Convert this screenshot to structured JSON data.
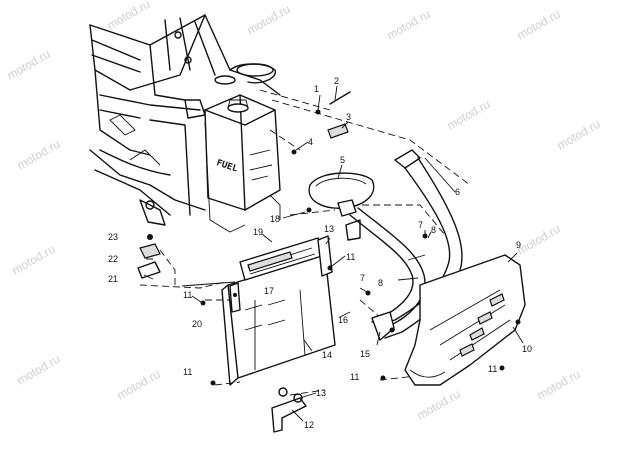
{
  "watermark_text": "motod.ru",
  "callouts": [
    {
      "id": "c1",
      "label": "1"
    },
    {
      "id": "c2",
      "label": "2"
    },
    {
      "id": "c3",
      "label": "3"
    },
    {
      "id": "c4",
      "label": "4"
    },
    {
      "id": "c5",
      "label": "5"
    },
    {
      "id": "c6",
      "label": "6"
    },
    {
      "id": "c7a",
      "label": "7"
    },
    {
      "id": "c7b",
      "label": "7"
    },
    {
      "id": "c8a",
      "label": "8"
    },
    {
      "id": "c8b",
      "label": "8"
    },
    {
      "id": "c9",
      "label": "9"
    },
    {
      "id": "c10",
      "label": "10"
    },
    {
      "id": "c11a",
      "label": "11"
    },
    {
      "id": "c11b",
      "label": "11"
    },
    {
      "id": "c11c",
      "label": "11"
    },
    {
      "id": "c11d",
      "label": "11"
    },
    {
      "id": "c11e",
      "label": "11"
    },
    {
      "id": "c12",
      "label": "12"
    },
    {
      "id": "c13a",
      "label": "13"
    },
    {
      "id": "c13b",
      "label": "13"
    },
    {
      "id": "c14",
      "label": "14"
    },
    {
      "id": "c15",
      "label": "15"
    },
    {
      "id": "c16",
      "label": "16"
    },
    {
      "id": "c17",
      "label": "17"
    },
    {
      "id": "c18",
      "label": "18"
    },
    {
      "id": "c19",
      "label": "19"
    },
    {
      "id": "c20",
      "label": "20"
    },
    {
      "id": "c21",
      "label": "21"
    },
    {
      "id": "c22",
      "label": "22"
    },
    {
      "id": "c23",
      "label": "23"
    }
  ],
  "tank_decal": "FUEL"
}
